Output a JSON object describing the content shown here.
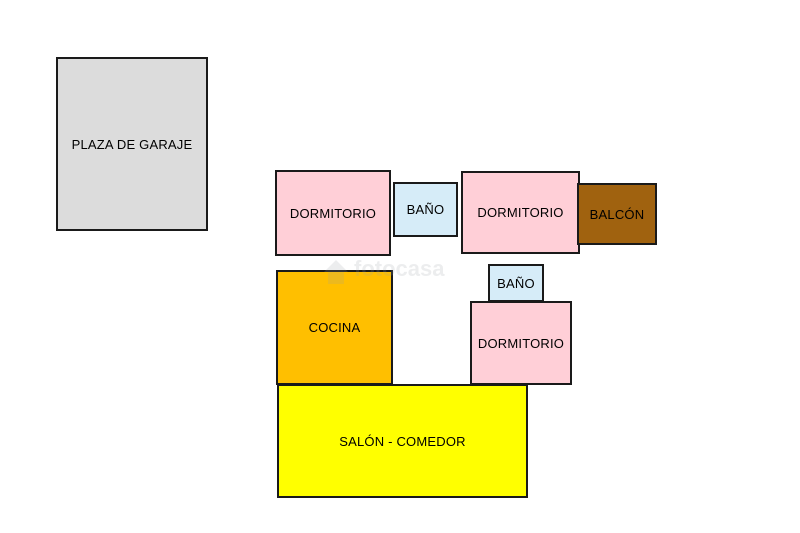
{
  "floorplan": {
    "rooms": [
      {
        "id": "garaje",
        "label": "PLAZA DE GARAJE",
        "fill": "#dcdcdc",
        "label_color": "#000000"
      },
      {
        "id": "dorm1",
        "label": "DORMITORIO",
        "fill": "#ffcfd7",
        "label_color": "#000000"
      },
      {
        "id": "bano1",
        "label": "BAÑO",
        "fill": "#d6ecf8",
        "label_color": "#000000"
      },
      {
        "id": "dorm2",
        "label": "DORMITORIO",
        "fill": "#ffcfd7",
        "label_color": "#000000"
      },
      {
        "id": "balcon",
        "label": "BALCÓN",
        "fill": "#a0620f",
        "label_color": "#000000"
      },
      {
        "id": "bano2",
        "label": "BAÑO",
        "fill": "#d6ecf8",
        "label_color": "#000000"
      },
      {
        "id": "cocina",
        "label": "COCINA",
        "fill": "#ffbf00",
        "label_color": "#000000"
      },
      {
        "id": "dorm3",
        "label": "DORMITORIO",
        "fill": "#ffcfd7",
        "label_color": "#000000"
      },
      {
        "id": "salon",
        "label": "SALÓN - COMEDOR",
        "fill": "#ffff00",
        "label_color": "#000000"
      }
    ],
    "border_color": "#1a1a1a",
    "background": "#ffffff"
  },
  "watermark": {
    "text": "fotocasa",
    "color": "#9aa0a6"
  }
}
